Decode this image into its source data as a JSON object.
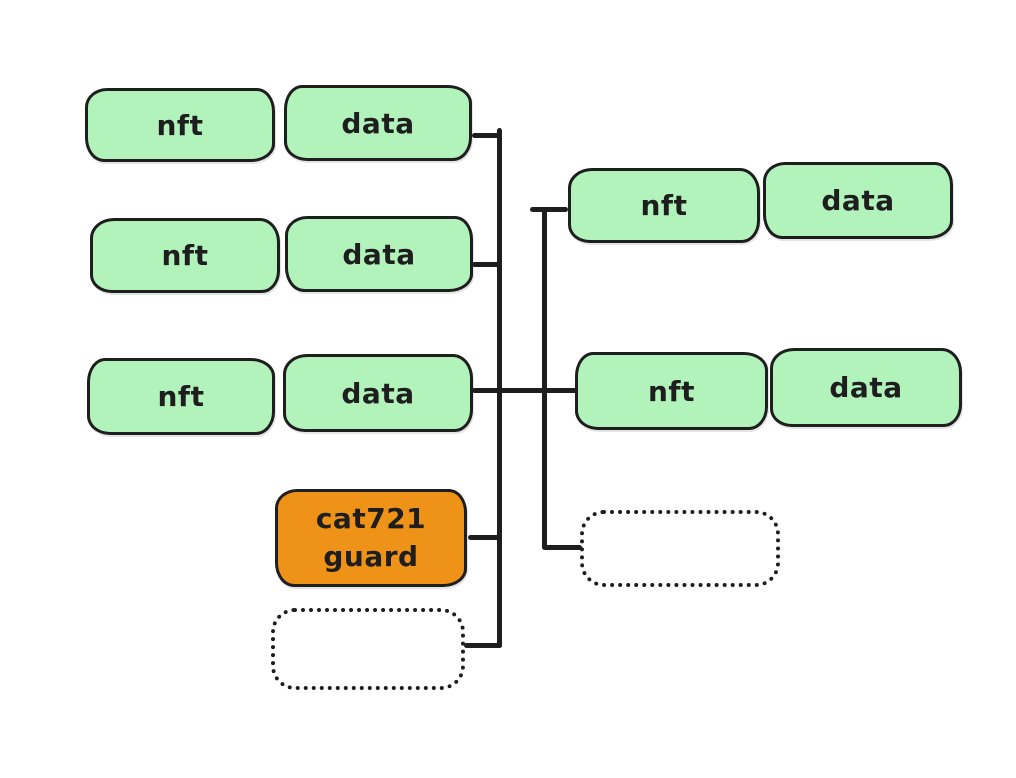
{
  "diagram": {
    "type": "hand-drawn-flow-diagram",
    "colors": {
      "node-green": "#b2f2bb",
      "node-orange": "#ef9318",
      "stroke": "#1e1e1e",
      "canvas": "#ffffff"
    },
    "left_column": [
      {
        "nft": "nft",
        "data": "data"
      },
      {
        "nft": "nft",
        "data": "data"
      },
      {
        "nft": "nft",
        "data": "data"
      }
    ],
    "guard": {
      "label_line1": "cat721",
      "label_line2": "guard"
    },
    "right_column": [
      {
        "nft": "nft",
        "data": "data"
      },
      {
        "nft": "nft",
        "data": "data"
      }
    ]
  }
}
